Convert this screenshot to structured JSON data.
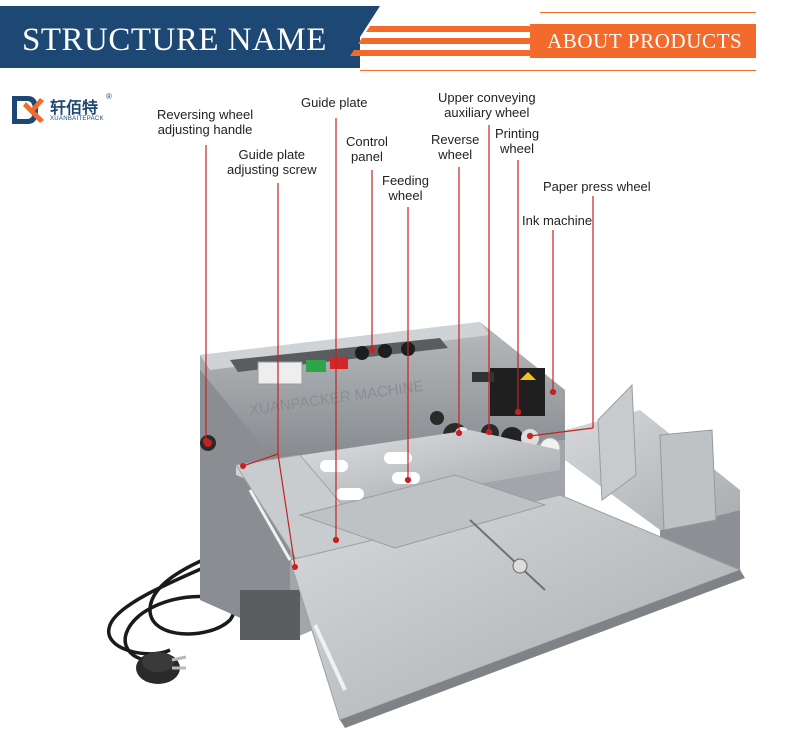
{
  "header": {
    "title": "STRUCTURE NAME",
    "subtitle": "ABOUT PRODUCTS",
    "colors": {
      "navy": "#1d4873",
      "orange": "#f36a2d"
    }
  },
  "logo": {
    "icon": "xuanbaite-logo-icon",
    "chinese": "轩佰特",
    "registered": "®",
    "english": "XUANBAITEPACK"
  },
  "machine": {
    "watermark": "XUANPACKER MACHINE"
  },
  "labels": {
    "reversing_wheel_handle": [
      "Reversing wheel",
      "adjusting handle"
    ],
    "guide_plate": [
      "Guide plate"
    ],
    "guide_plate_screw": [
      "Guide plate",
      "adjusting screw"
    ],
    "control_panel": [
      "Control",
      "panel"
    ],
    "feeding_wheel": [
      "Feeding",
      "wheel"
    ],
    "upper_conveying": [
      "Upper conveying",
      "auxiliary wheel"
    ],
    "reverse_wheel": [
      "Reverse",
      "wheel"
    ],
    "printing_wheel": [
      "Printing",
      "wheel"
    ],
    "paper_press_wheel": [
      "Paper press wheel"
    ],
    "ink_machine": [
      "Ink machine"
    ]
  }
}
